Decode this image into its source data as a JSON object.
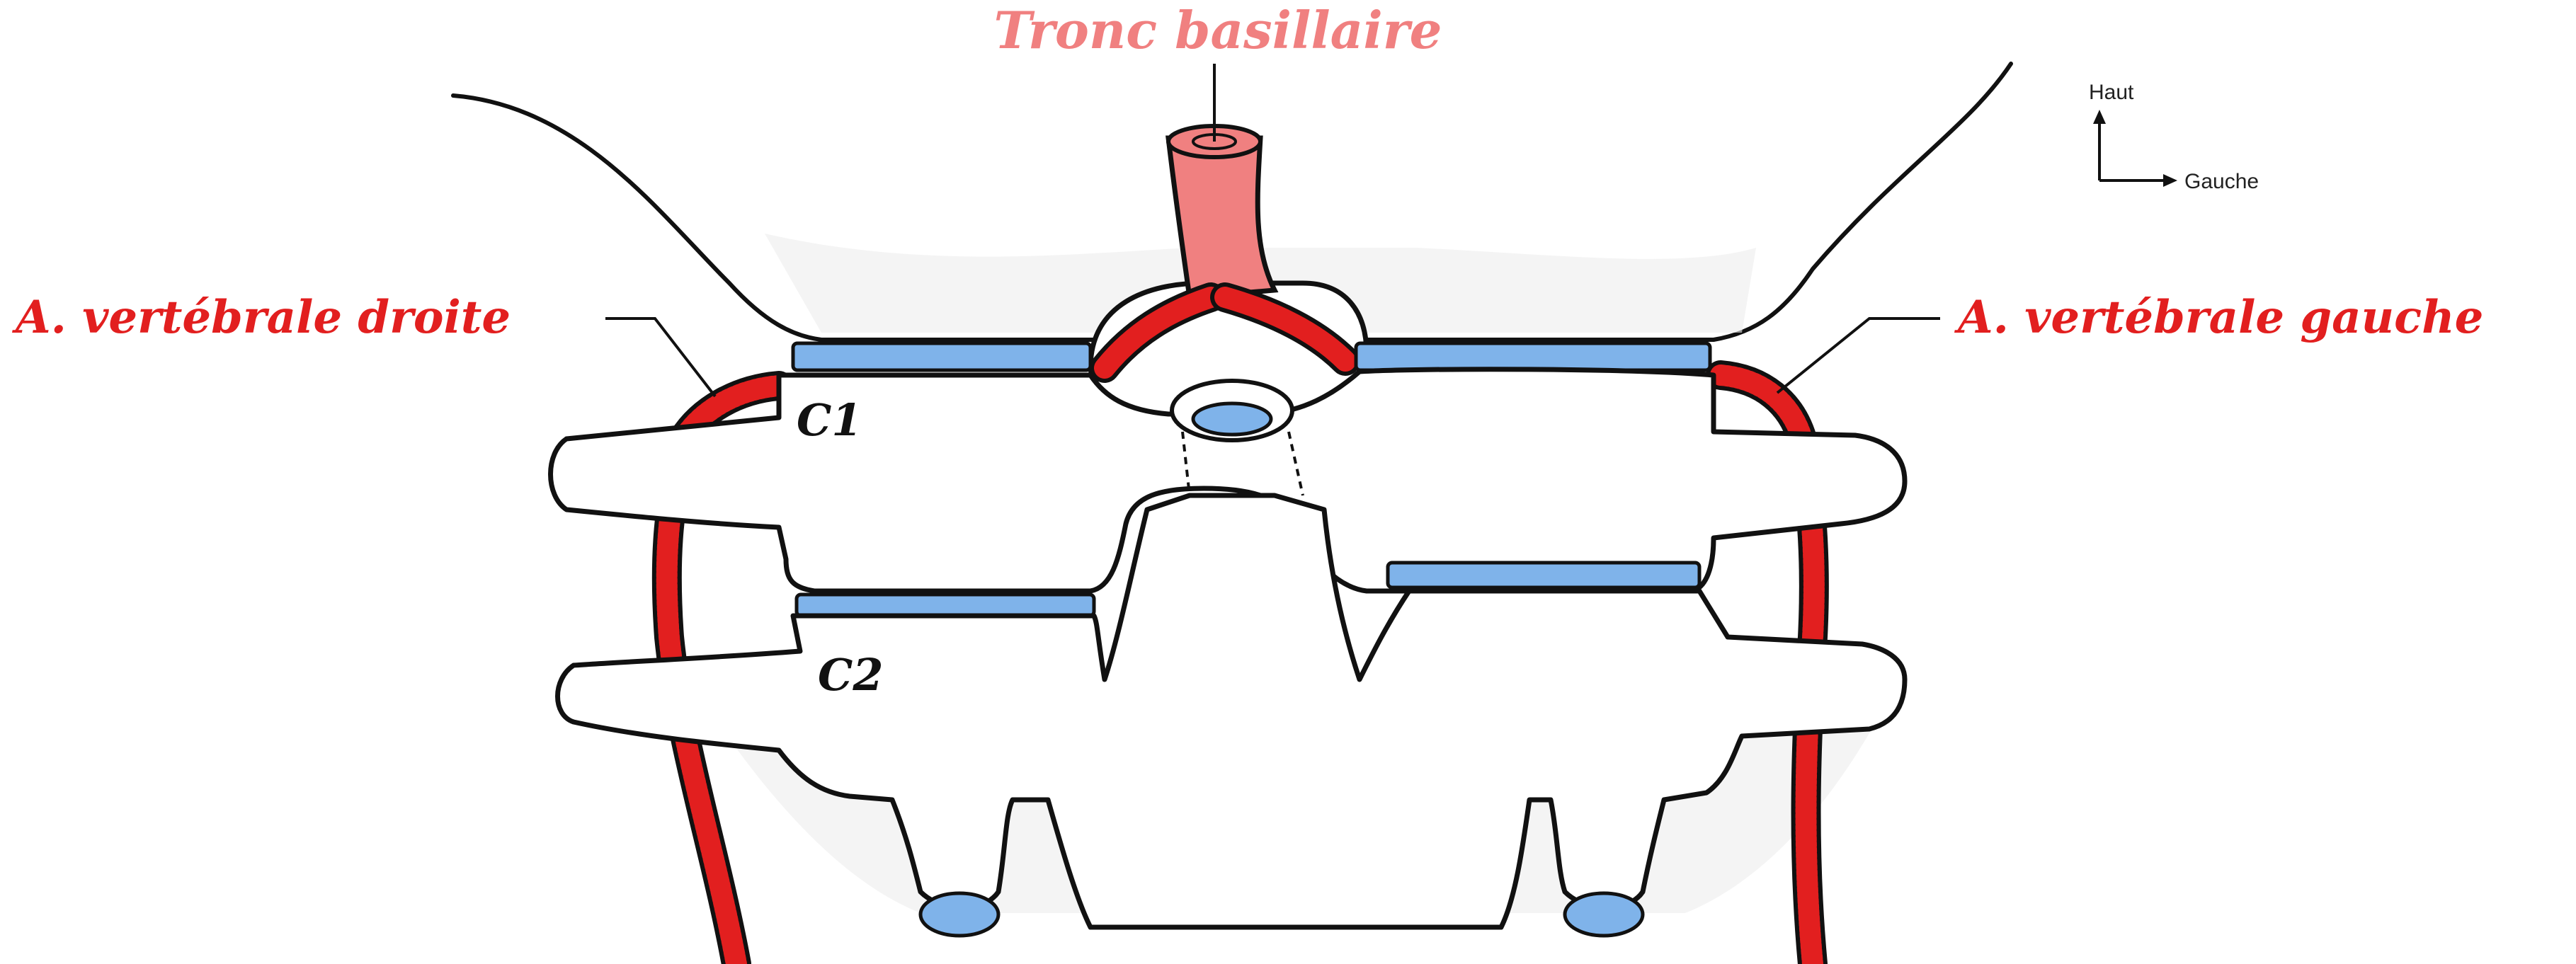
{
  "labels": {
    "tronc_basilaire": "Tronc basillaire",
    "vert_droite": "A. vertébrale droite",
    "vert_gauche": "A. vertébrale gauche",
    "c1": "C1",
    "c2": "C2"
  },
  "orientation": {
    "up": "Haut",
    "left": "Gauche"
  },
  "colors": {
    "artery": "#e21f1f",
    "basilar": "#f08080",
    "disc": "#7fb3ea",
    "outline": "#111111"
  }
}
